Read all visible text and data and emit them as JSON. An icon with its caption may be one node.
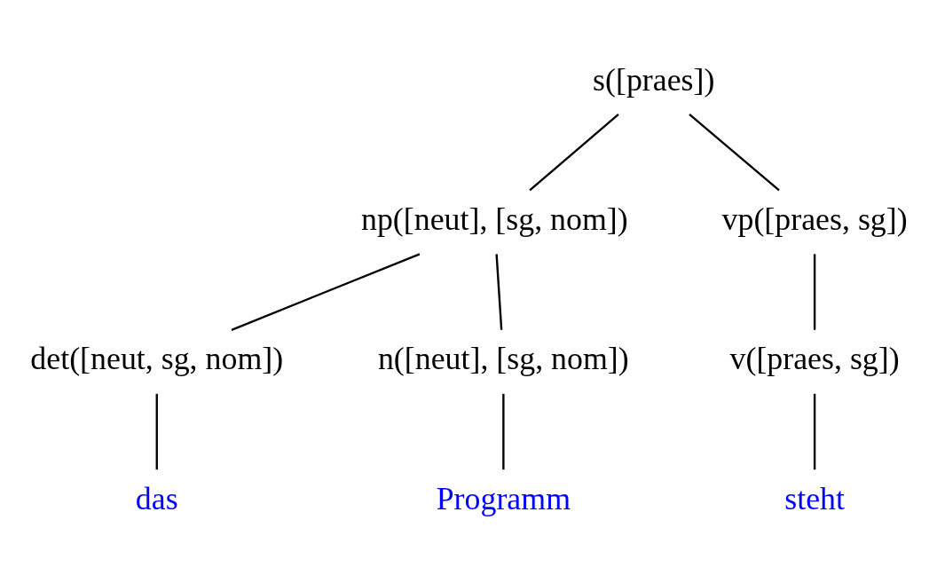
{
  "diagram": {
    "nodes": [
      {
        "text": [
          "s([praes])"
        ]
      },
      {
        "text": [
          "np([neut], [sg, nom])"
        ]
      },
      {
        "text": [
          "vp([praes, sg])"
        ]
      },
      {
        "text": [
          "det([neut, sg, nom])"
        ]
      },
      {
        "text": [
          "n([neut], [sg, nom])"
        ]
      },
      {
        "text": [
          "v([praes, sg])"
        ]
      },
      {
        "text": [
          "das"
        ]
      },
      {
        "text": [
          "Programm"
        ]
      },
      {
        "text": [
          "steht"
        ]
      }
    ],
    "edges": [
      {
        "from": 0,
        "to": 1,
        "arrow": "none"
      },
      {
        "from": 0,
        "to": 2,
        "arrow": "none"
      },
      {
        "from": 1,
        "to": 3,
        "arrow": "none"
      },
      {
        "from": 1,
        "to": 4,
        "arrow": "none"
      },
      {
        "from": 2,
        "to": 5,
        "arrow": "none"
      },
      {
        "from": 3,
        "to": 6,
        "arrow": "none"
      },
      {
        "from": 4,
        "to": 7,
        "arrow": "none"
      },
      {
        "from": 5,
        "to": 8,
        "arrow": "none"
      }
    ]
  }
}
